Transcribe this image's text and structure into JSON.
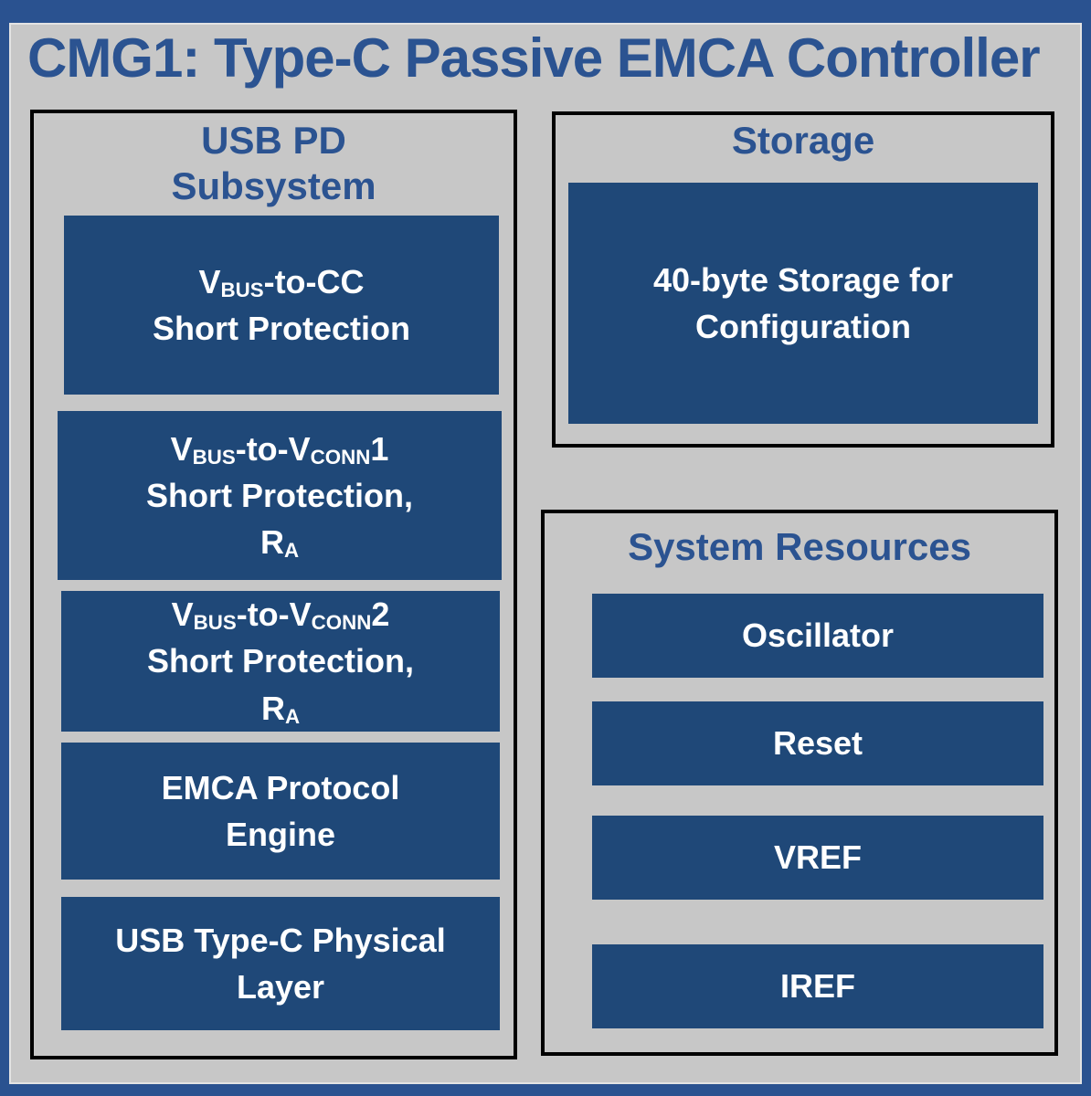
{
  "title": "CMG1: Type-C Passive EMCA Controller",
  "colors": {
    "frame_blue": "#2A5290",
    "canvas_gray": "#C7C7C7",
    "heading_blue": "#2B5391",
    "block_blue": "#1F4878",
    "block_text_white": "#FFFFFF",
    "box_border_black": "#000000"
  },
  "usb_pd_subsystem": {
    "title": "USB PD\nSubsystem",
    "blocks": {
      "vbus_to_cc": {
        "line1": [
          {
            "t": "V",
            "sub": false
          },
          {
            "t": "BUS",
            "sub": true
          },
          {
            "t": "-to-CC",
            "sub": false
          }
        ],
        "line2": "Short Protection"
      },
      "vbus_to_vconn1": {
        "line1": [
          {
            "t": "V",
            "sub": false
          },
          {
            "t": "BUS",
            "sub": true
          },
          {
            "t": "-to-V",
            "sub": false
          },
          {
            "t": "CONN",
            "sub": true
          },
          {
            "t": "1",
            "sub": false
          }
        ],
        "line2": "Short Protection,",
        "line3": [
          {
            "t": "R",
            "sub": false
          },
          {
            "t": "A",
            "sub": true
          }
        ]
      },
      "vbus_to_vconn2": {
        "line1": [
          {
            "t": "V",
            "sub": false
          },
          {
            "t": "BUS",
            "sub": true
          },
          {
            "t": "-to-V",
            "sub": false
          },
          {
            "t": "CONN",
            "sub": true
          },
          {
            "t": "2",
            "sub": false
          }
        ],
        "line2": "Short Protection,",
        "line3": [
          {
            "t": "R",
            "sub": false
          },
          {
            "t": "A",
            "sub": true
          }
        ]
      },
      "emca_protocol_engine": {
        "label": "EMCA Protocol\nEngine"
      },
      "usb_typec_physical_layer": {
        "label": "USB Type-C Physical\nLayer"
      }
    }
  },
  "storage": {
    "title": "Storage",
    "blocks": {
      "config_storage": {
        "label": "40-byte Storage for\nConfiguration"
      }
    }
  },
  "system_resources": {
    "title": "System Resources",
    "blocks": {
      "oscillator": {
        "label": "Oscillator"
      },
      "reset": {
        "label": "Reset"
      },
      "vref": {
        "label": "VREF"
      },
      "iref": {
        "label": "IREF"
      }
    }
  }
}
